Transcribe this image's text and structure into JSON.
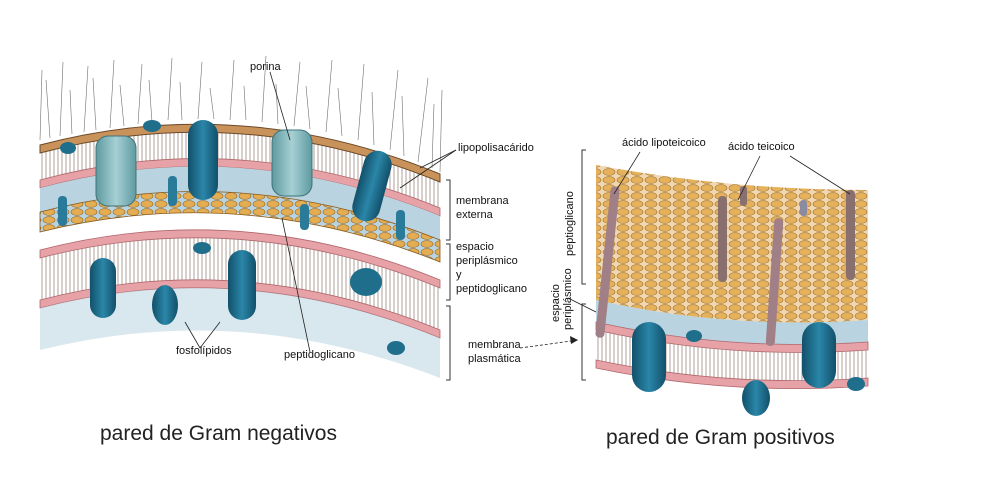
{
  "gram_negative": {
    "caption": "pared de Gram negativos",
    "labels": {
      "porina": "porina",
      "lipopolisacarido": "lipopolisacárido",
      "membrana_externa_1": "membrana",
      "membrana_externa_2": "externa",
      "espacio_1": "espacio",
      "espacio_2": "periplásmico",
      "espacio_3": "y",
      "espacio_4": "peptidoglicano",
      "membrana_plasmatica_1": "membrana",
      "membrana_plasmatica_2": "plasmática",
      "fosfolipidos": "fosfolípidos",
      "peptidoglicano": "peptidoglicano"
    }
  },
  "gram_positive": {
    "caption": "pared de Gram positivos",
    "labels": {
      "acido_lipoteicoico": "ácido lipoteicoico",
      "acido_teicoico": "ácido teicoico",
      "peptioglicano": "peptioglicano",
      "espacio_1": "espacio",
      "espacio_2": "periplásmico"
    }
  },
  "colors": {
    "protein": "#1f6e8c",
    "porin": "#7fb3b8",
    "lipid_head": "#e6a2a6",
    "periplasm": "#b9d3e0",
    "peptidoglycan": "#e0a64b",
    "lps": "#6b4a2a",
    "teichoic": "#9b7b7b"
  }
}
